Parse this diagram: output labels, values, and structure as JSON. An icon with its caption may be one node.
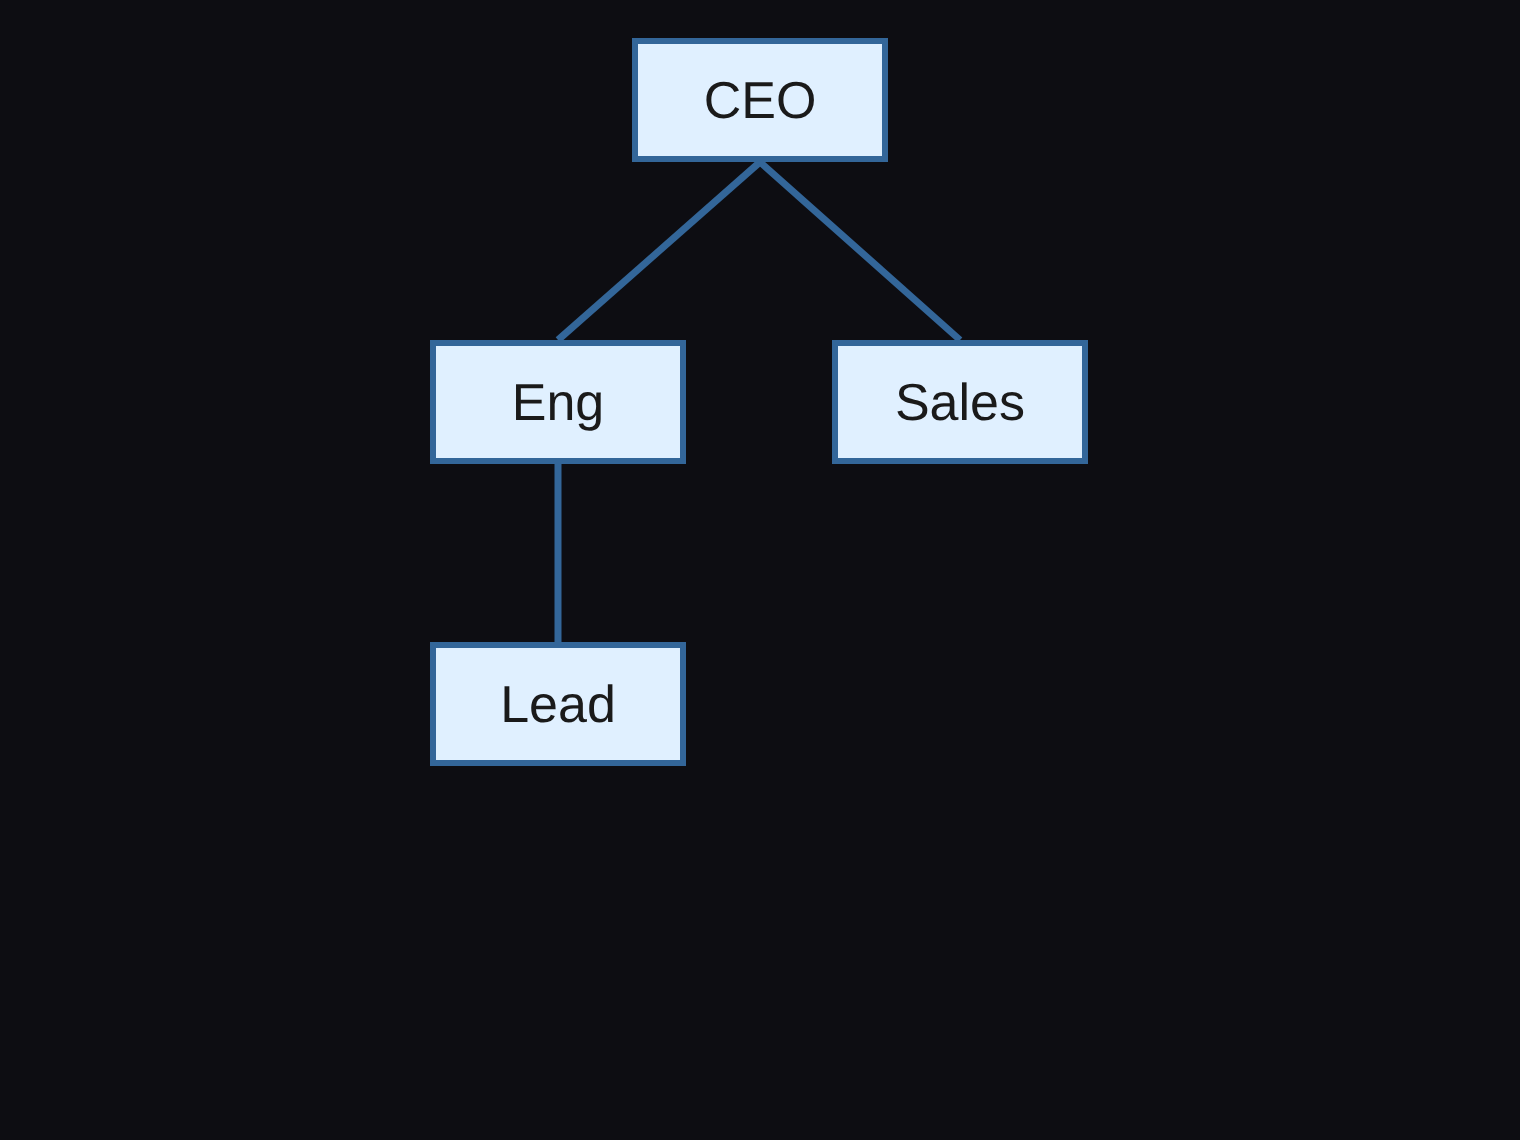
{
  "diagram": {
    "nodes": [
      {
        "text": [
          "CEO"
        ]
      },
      {
        "text": [
          "Eng"
        ]
      },
      {
        "text": [
          "Sales"
        ]
      },
      {
        "text": [
          "Lead"
        ]
      }
    ],
    "edges": [
      {
        "from": 0,
        "to": 1,
        "arrow": "none"
      },
      {
        "from": 0,
        "to": 2,
        "arrow": "none"
      },
      {
        "from": 1,
        "to": 3,
        "arrow": "none"
      }
    ]
  }
}
